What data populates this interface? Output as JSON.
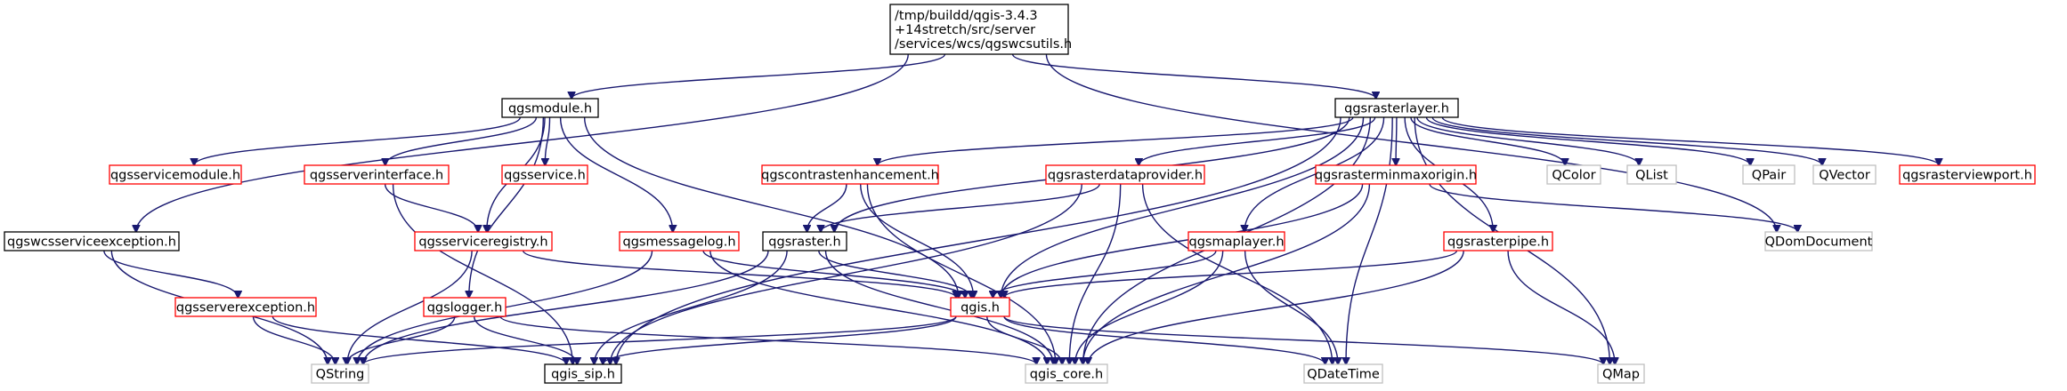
{
  "colors": {
    "edge": "#191970",
    "node_border_default": "#000000",
    "node_border_missing": "#ff0000",
    "node_border_external": "#bfbfbf",
    "node_fill_root": "#bfbfbf",
    "node_fill": "#ffffff",
    "text": "#000000"
  },
  "nodes": [
    {
      "id": "root",
      "label_lines": [
        "/tmp/buildd/qgis-3.4.3",
        "+14stretch/src/server",
        "/services/wcs/qgswcsutils.h"
      ],
      "kind": "root"
    },
    {
      "id": "qgsmodule",
      "label_lines": [
        "qgsmodule.h"
      ],
      "kind": "default"
    },
    {
      "id": "qgsrasterlayer",
      "label_lines": [
        "qgsrasterlayer.h"
      ],
      "kind": "default"
    },
    {
      "id": "qgsservicemodule",
      "label_lines": [
        "qgsservicemodule.h"
      ],
      "kind": "missing"
    },
    {
      "id": "qgsserverinterface",
      "label_lines": [
        "qgsserverinterface.h"
      ],
      "kind": "missing"
    },
    {
      "id": "qgsservice",
      "label_lines": [
        "qgsservice.h"
      ],
      "kind": "missing"
    },
    {
      "id": "qgscontrastenhancement",
      "label_lines": [
        "qgscontrastenhancement.h"
      ],
      "kind": "missing"
    },
    {
      "id": "qgsrasterdataprovider",
      "label_lines": [
        "qgsrasterdataprovider.h"
      ],
      "kind": "missing"
    },
    {
      "id": "qgsrasterminmaxorigin",
      "label_lines": [
        "qgsrasterminmaxorigin.h"
      ],
      "kind": "missing"
    },
    {
      "id": "QColor",
      "label_lines": [
        "QColor"
      ],
      "kind": "external"
    },
    {
      "id": "QList",
      "label_lines": [
        "QList"
      ],
      "kind": "external"
    },
    {
      "id": "QPair",
      "label_lines": [
        "QPair"
      ],
      "kind": "external"
    },
    {
      "id": "QVector",
      "label_lines": [
        "QVector"
      ],
      "kind": "external"
    },
    {
      "id": "qgsrasterviewport",
      "label_lines": [
        "qgsrasterviewport.h"
      ],
      "kind": "missing"
    },
    {
      "id": "qgswcsserviceexception",
      "label_lines": [
        "qgswcsserviceexception.h"
      ],
      "kind": "default"
    },
    {
      "id": "qgsserviceregistry",
      "label_lines": [
        "qgsserviceregistry.h"
      ],
      "kind": "missing"
    },
    {
      "id": "qgsmessagelog",
      "label_lines": [
        "qgsmessagelog.h"
      ],
      "kind": "missing"
    },
    {
      "id": "qgsraster",
      "label_lines": [
        "qgsraster.h"
      ],
      "kind": "default"
    },
    {
      "id": "qgsmaplayer",
      "label_lines": [
        "qgsmaplayer.h"
      ],
      "kind": "missing"
    },
    {
      "id": "qgsrasterpipe",
      "label_lines": [
        "qgsrasterpipe.h"
      ],
      "kind": "missing"
    },
    {
      "id": "QDomDocument",
      "label_lines": [
        "QDomDocument"
      ],
      "kind": "external"
    },
    {
      "id": "qgsserverexception",
      "label_lines": [
        "qgsserverexception.h"
      ],
      "kind": "missing"
    },
    {
      "id": "qgslogger",
      "label_lines": [
        "qgslogger.h"
      ],
      "kind": "missing"
    },
    {
      "id": "qgis",
      "label_lines": [
        "qgis.h"
      ],
      "kind": "missing"
    },
    {
      "id": "QString",
      "label_lines": [
        "QString"
      ],
      "kind": "external"
    },
    {
      "id": "qgis_sip",
      "label_lines": [
        "qgis_sip.h"
      ],
      "kind": "default"
    },
    {
      "id": "qgis_core",
      "label_lines": [
        "qgis_core.h"
      ],
      "kind": "external"
    },
    {
      "id": "QDateTime",
      "label_lines": [
        "QDateTime"
      ],
      "kind": "external"
    },
    {
      "id": "QMap",
      "label_lines": [
        "QMap"
      ],
      "kind": "external"
    }
  ],
  "edges": [
    [
      "root",
      "qgsmodule"
    ],
    [
      "root",
      "qgsrasterlayer"
    ],
    [
      "root",
      "qgswcsserviceexception"
    ],
    [
      "root",
      "QDomDocument"
    ],
    [
      "qgsmodule",
      "qgsservicemodule"
    ],
    [
      "qgsmodule",
      "qgsserverinterface"
    ],
    [
      "qgsmodule",
      "qgsservice"
    ],
    [
      "qgsmodule",
      "qgsserviceregistry"
    ],
    [
      "qgsmodule",
      "qgsmessagelog"
    ],
    [
      "qgsmodule",
      "qgis"
    ],
    [
      "qgsmodule",
      "qgslogger"
    ],
    [
      "qgsrasterlayer",
      "qgscontrastenhancement"
    ],
    [
      "qgsrasterlayer",
      "qgsrasterdataprovider"
    ],
    [
      "qgsrasterlayer",
      "qgsrasterminmaxorigin"
    ],
    [
      "qgsrasterlayer",
      "QColor"
    ],
    [
      "qgsrasterlayer",
      "QList"
    ],
    [
      "qgsrasterlayer",
      "QPair"
    ],
    [
      "qgsrasterlayer",
      "QVector"
    ],
    [
      "qgsrasterlayer",
      "qgsrasterviewport"
    ],
    [
      "qgsrasterlayer",
      "qgsraster"
    ],
    [
      "qgsrasterlayer",
      "qgsmaplayer"
    ],
    [
      "qgsrasterlayer",
      "qgsrasterpipe"
    ],
    [
      "qgsrasterlayer",
      "qgis"
    ],
    [
      "qgsrasterlayer",
      "qgis_sip"
    ],
    [
      "qgsrasterlayer",
      "qgis_core"
    ],
    [
      "qgsrasterlayer",
      "QDateTime"
    ],
    [
      "qgsrasterlayer",
      "QMap"
    ],
    [
      "qgswcsserviceexception",
      "qgsserverexception"
    ],
    [
      "qgswcsserviceexception",
      "QString"
    ],
    [
      "qgsserverinterface",
      "qgsserviceregistry"
    ],
    [
      "qgsserverinterface",
      "qgis_sip"
    ],
    [
      "qgsserviceregistry",
      "QString"
    ],
    [
      "qgsserviceregistry",
      "qgis"
    ],
    [
      "qgsmessagelog",
      "qgis"
    ],
    [
      "qgsmessagelog",
      "qgis_core"
    ],
    [
      "qgsmessagelog",
      "QString"
    ],
    [
      "qgscontrastenhancement",
      "qgsraster"
    ],
    [
      "qgscontrastenhancement",
      "qgis"
    ],
    [
      "qgscontrastenhancement",
      "qgis_core"
    ],
    [
      "qgsrasterdataprovider",
      "qgsraster"
    ],
    [
      "qgsrasterdataprovider",
      "qgis_core"
    ],
    [
      "qgsrasterdataprovider",
      "qgis_sip"
    ],
    [
      "qgsrasterdataprovider",
      "QDateTime"
    ],
    [
      "qgsrasterminmaxorigin",
      "qgis"
    ],
    [
      "qgsrasterminmaxorigin",
      "qgis_core"
    ],
    [
      "qgsrasterminmaxorigin",
      "QDomDocument"
    ],
    [
      "qgsraster",
      "qgis"
    ],
    [
      "qgsraster",
      "qgis_core"
    ],
    [
      "qgsraster",
      "qgis_sip"
    ],
    [
      "qgsraster",
      "QString"
    ],
    [
      "qgsmaplayer",
      "qgis"
    ],
    [
      "qgsmaplayer",
      "qgis_core"
    ],
    [
      "qgsmaplayer",
      "QDateTime"
    ],
    [
      "qgsrasterpipe",
      "qgis"
    ],
    [
      "qgsrasterpipe",
      "qgis_core"
    ],
    [
      "qgsrasterpipe",
      "QMap"
    ],
    [
      "qgsserverexception",
      "QString"
    ],
    [
      "qgsserverexception",
      "qgis_sip"
    ],
    [
      "qgslogger",
      "QString"
    ],
    [
      "qgslogger",
      "qgis_sip"
    ],
    [
      "qgslogger",
      "qgis_core"
    ],
    [
      "qgis",
      "QString"
    ],
    [
      "qgis",
      "qgis_sip"
    ],
    [
      "qgis",
      "qgis_core"
    ],
    [
      "qgis",
      "QDateTime"
    ],
    [
      "qgis",
      "QMap"
    ]
  ]
}
